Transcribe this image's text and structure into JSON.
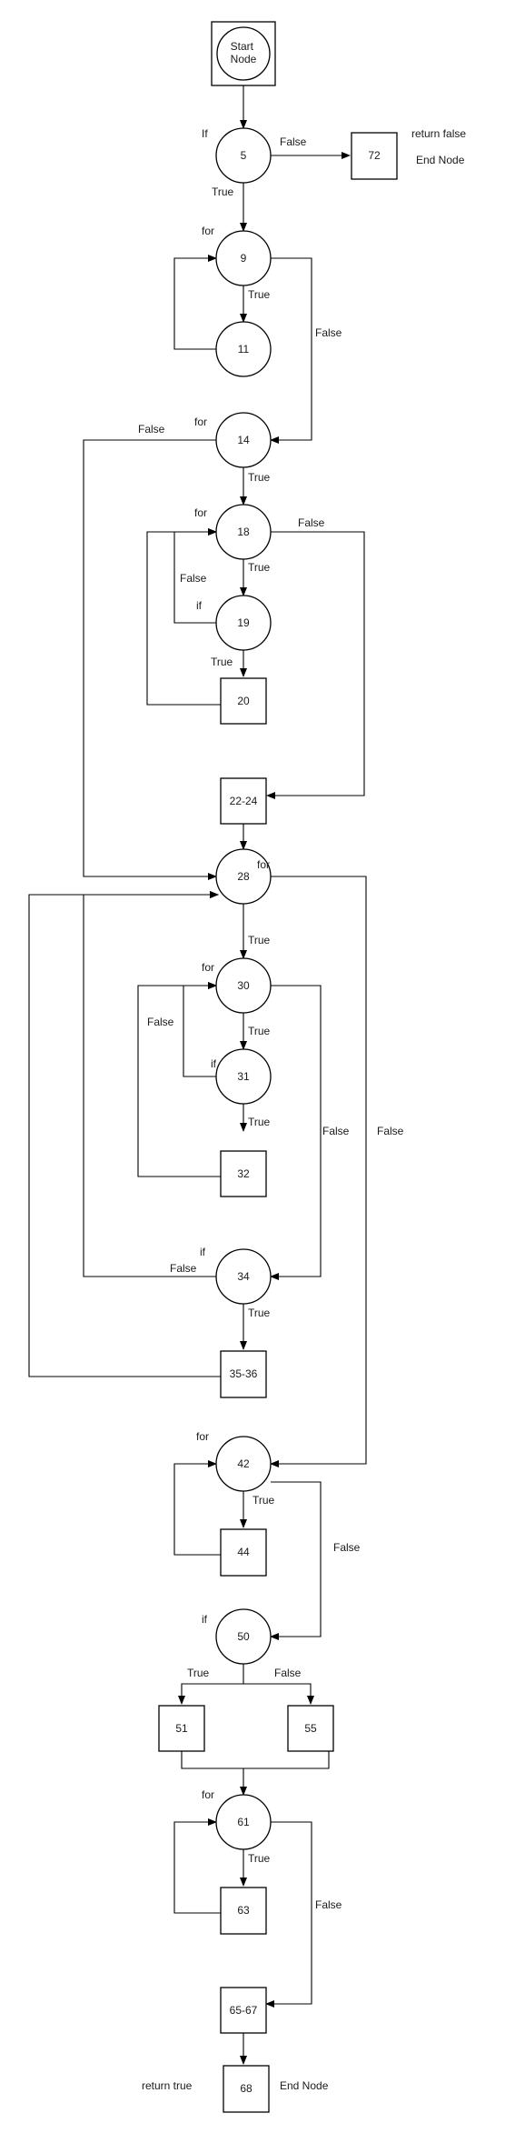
{
  "nodes": {
    "start": "Start\nNode",
    "n5": "5",
    "n72": "72",
    "n9": "9",
    "n11": "11",
    "n14": "14",
    "n18": "18",
    "n19": "19",
    "n20": "20",
    "n22_24": "22-24",
    "n28": "28",
    "n30": "30",
    "n31": "31",
    "n32": "32",
    "n34": "34",
    "n35_36": "35-36",
    "n42": "42",
    "n44": "44",
    "n50": "50",
    "n51": "51",
    "n55": "55",
    "n61": "61",
    "n63": "63",
    "n65_67": "65-67",
    "n68": "68"
  },
  "labels": {
    "if_5": "If",
    "false_5": "False",
    "true_5": "True",
    "return_false": "return false",
    "end_node_top": "End Node",
    "for_9": "for",
    "true_9": "True",
    "false_9": "False",
    "for_14": "for",
    "false_14": "False",
    "true_14": "True",
    "for_18": "for",
    "false_18": "False",
    "true_18": "True",
    "false_19": "False",
    "if_19": "if",
    "true_19": "True",
    "for_28": "for",
    "true_28": "True",
    "false_28": "False",
    "for_30": "for",
    "false_30_loop": "False",
    "true_30": "True",
    "if_31": "if",
    "true_31": "True",
    "false_30": "False",
    "if_34": "if",
    "false_34": "False",
    "true_34": "True",
    "for_42": "for",
    "true_42": "True",
    "false_42": "False",
    "if_50": "if",
    "true_50": "True",
    "false_50": "False",
    "for_61": "for",
    "true_61": "True",
    "false_61": "False",
    "return_true": "return true",
    "end_node_bottom": "End Node"
  }
}
